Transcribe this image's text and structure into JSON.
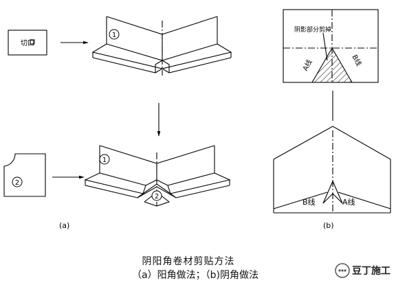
{
  "labels": {
    "cut": "切口",
    "circle_1": "1",
    "circle_2": "2",
    "panel_a": "(a)",
    "panel_b": "(b)",
    "shaded_note": "阴影部分剪掉",
    "line_a_top": "A线",
    "line_b_top": "B线",
    "line_b_bottom": "B线",
    "line_a_bottom": "A线"
  },
  "caption": {
    "title": "阴阳角卷材剪贴方法",
    "subtitle": "（a）阳角做法；（b)阴角做法"
  },
  "watermark": {
    "text": "豆丁施工",
    "icon": "chat-bubble-icon"
  }
}
